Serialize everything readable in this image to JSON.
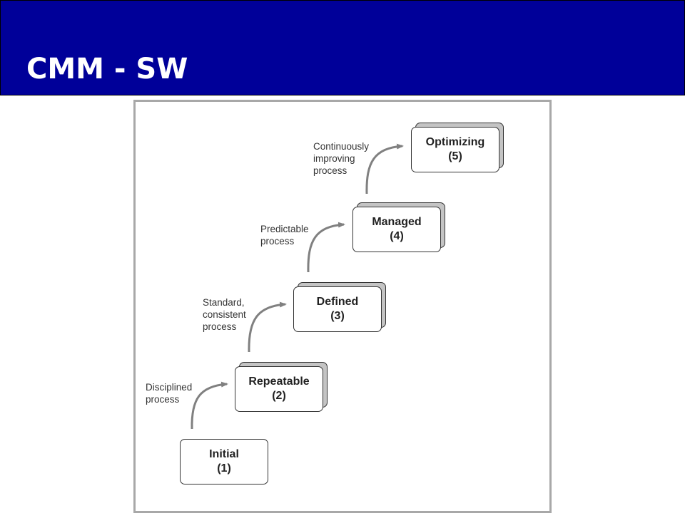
{
  "slide": {
    "title": "CMM - SW"
  },
  "diagram": {
    "levels": [
      {
        "name": "Initial",
        "number": "(1)"
      },
      {
        "name": "Repeatable",
        "number": "(2)"
      },
      {
        "name": "Defined",
        "number": "(3)"
      },
      {
        "name": "Managed",
        "number": "(4)"
      },
      {
        "name": "Optimizing",
        "number": "(5)"
      }
    ],
    "transitions": [
      {
        "label": "Disciplined\nprocess"
      },
      {
        "label": "Standard,\nconsistent\nprocess"
      },
      {
        "label": "Predictable\nprocess"
      },
      {
        "label": "Continuously\nimproving\nprocess"
      }
    ]
  },
  "colors": {
    "header_bg": "#000099",
    "title_text": "#ffffff",
    "frame_border": "#a8a8a8",
    "arrow": "#808080"
  }
}
